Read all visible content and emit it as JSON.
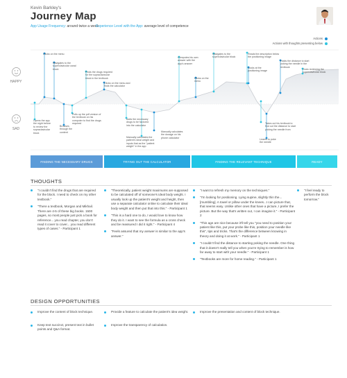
{
  "header": {
    "subtitle": "Kevin Barkley's",
    "title": "Journey Map",
    "usage_label": "App Usage Frequency:",
    "usage_value": "around twice a week",
    "experience_label": "Experience Level with the App:",
    "experience_value": "average level of competence"
  },
  "legend": {
    "actions": "Actions",
    "actions_thoughts": "Actions with thoughts presenting below",
    "action_color": "#1b8fd6",
    "thought_color": "#2ec4e0"
  },
  "emotions": {
    "happy": "HAPPY",
    "sad": "SAD"
  },
  "annotations": [
    "Clicks on the menu",
    "Navigates to the superclavicular canal block",
    "Opens the app the night before to review the supraclavicular block",
    "Browses through the content",
    "Pulls up the pdf version of the textbook on his computer to find the drugs required",
    "Finds the drugs required for the supraclavicular block in the textbook",
    "Clicks on the menu and finds the calculator",
    "Adds the necessary drugs to be factored into the calculator",
    "Manually calculates the patient's ideal weight and inputs that as the \"patient weight\" in the app",
    "Manually calculates the dosage on his phone calculator",
    "Computes his own answer with the app's answer",
    "Clicks on the menu",
    "Navigates to the superclavicular block",
    "Looks at the positioning image",
    "Reads the description below the positioning image",
    "Takes out his textbook to find out the distance to start poking the needle from",
    "Learns to poke the needle",
    "Holds the distance to start poking the needle in the textbook",
    "Goes reviewing the superclavicular block"
  ],
  "phases": [
    {
      "label": "Finding the necessary drugs",
      "color": "#5b9bd8"
    },
    {
      "label": "Trying out the calculator",
      "color": "#29a8e0"
    },
    {
      "label": "Finding the relevant technique",
      "color": "#1fc6e6"
    },
    {
      "label": "Ready",
      "color": "#36d6ea"
    }
  ],
  "thoughts": {
    "heading": "THOUGHTS",
    "col1": [
      "\"I couldn't find the drugs that are required for the block. I need to check on my other textbook.\"",
      "\"There a textbook, Morgan and Mikhail. There are 4-5 of these big books. 1500 pages, so most people just pick a book for reference... you read chapter, you don't read it cover to cover... you read different types of cases.\" - Participant 1"
    ],
    "col2": [
      "\"Theoretically, patient weight maximums are supposed to be calculated off of someone's ideal body weight. I usually look up the patient's weight and height, then use a separate calculator online to calculate their ideal body weight and then put that into this.\" - Participant 1",
      "\"This is a hard one to do, I would love to know how they do it. I want to see the formula as a cross check and be reassured I did it right.\" - Participant 4",
      "\"Feels assured that my answer is similar to the app's answer.\""
    ],
    "col3": [
      "\"I want to refresh my memory on the techniques.\"",
      "\"I'm looking for positioning. Lying supine, slightly thin the...[mumbling]. A towel or pillow under the knees...I can picture that, that seems easy. Unlike other ones that have a picture, I prefer the picture. But the way that's written out, I can imagine it.\" - Participant 2",
      "\"This age are nice because it'll tell you \"you need to position your patient like this, put your probe like this, position your needle like this\", tips and tricks. That's the difference between knowing in theory and doing it at work.\" - Participant 1",
      "\"I couldn't find the distance to starting poking the needle. One thing that it doesn't really tell you when you're trying to remember is how far away to start with your needle.\" - Participant 1",
      "\"Textbooks are more for home reading.\" - Participant 1"
    ],
    "col4": [
      "\"I feel ready to perform the block tomorrow.\""
    ]
  },
  "opportunities": {
    "heading": "DESIGN OPPORTUNITIES",
    "items": [
      "Improve the content of block technique.",
      "Keep text succinct, present text in bullet points and Q&A format.",
      "Provide a feature to calculate the patient's idea weight.",
      "Improve the transparency of calculation.",
      "Improve the presentation and content of block technique."
    ]
  }
}
